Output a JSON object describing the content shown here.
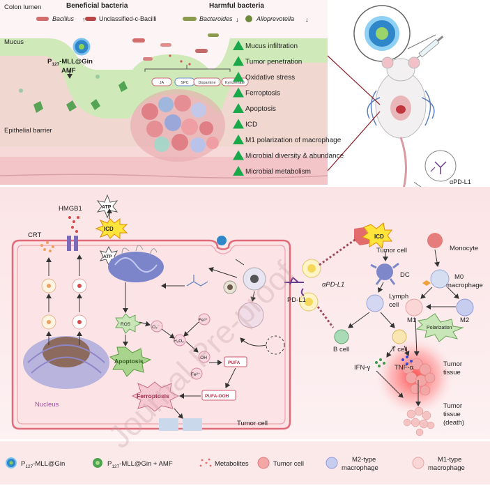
{
  "top_panel": {
    "colon_lumen": "Colon lumen",
    "beneficial_title": "Beneficial bacteria",
    "bacillus": "Bacillus",
    "unclassified": "Unclassified-c-Bacilli",
    "harmful_title": "Harmful bacteria",
    "bacteroides": "Bacteroides",
    "alloprevotella": "Alloprevotella",
    "mucus": "Mucus",
    "nano_main": "P",
    "nano_sub": "127",
    "nano_rest": "-MLL@Gin",
    "amf": "AMF",
    "epithelial": "Epithelial barrier",
    "metabolites": [
      "JA",
      "SPC",
      "Dopamine",
      "Kynurenate"
    ],
    "effects": [
      "Mucus infiltration",
      "Tumor penetration",
      "Oxidative stress",
      "Ferroptosis",
      "Apoptosis",
      "ICD",
      "M1 polarization of macrophage",
      "Microbial diversity & abundance",
      "Microbial  metabolism"
    ],
    "apdl1": "αPD-L1"
  },
  "cell_panel": {
    "atp_top": "ATP",
    "icd": "ICD",
    "atp_inner": "ATP",
    "hmgb1": "HMGB1",
    "crt": "CRT",
    "ros": "ROS",
    "superoxide": "·O₂⁻",
    "fe3": "Fe³⁺",
    "h2o2": "H₂O₂",
    "oh": "·OH",
    "fe2": "Fe²⁺",
    "apoptosis": "Apoptosis",
    "pufa": "PUFA",
    "pufa_ooh": "PUFA-OOH",
    "ferroptosis": "Ferroptosis",
    "nucleus": "Nucleus",
    "tumor_cell": "Tumor cell"
  },
  "immune_panel": {
    "icd": "ICD",
    "tumor_cell": "Tumor cell",
    "dc": "DC",
    "apdl1": "αPD-L1",
    "pdl1": "PD-L1",
    "lymph": "Lymph cell",
    "b_cell": "B cell",
    "t_cell": "T cell",
    "ifn": "IFN-γ",
    "tnf": "TNF-α",
    "monocyte": "Monocyte",
    "m0": "M0 macrophage",
    "m1": "M1",
    "m2": "M2",
    "polarization": "Polarization",
    "tumor_tissue": "Tumor tissue",
    "tumor_tissue_death": "Tumor tissue (death)"
  },
  "legend": {
    "item1_main": "P",
    "item1_sub": "127",
    "item1_rest": "-MLL@Gin",
    "item2_main": "P",
    "item2_sub": "127",
    "item2_rest": "-MLL@Gin + AMF",
    "item3": "Metabolites",
    "item4": "Tumor cell",
    "item5": "M2-type macrophage",
    "item6": "M1-type macrophage"
  },
  "watermark": "Journal Pre-proof",
  "colors": {
    "mucus": "#cfe9b8",
    "epithelium": "#f4c9c9",
    "arrow_up": "#1aa84a",
    "cell_membrane": "#e06a78",
    "legend_bg": "#fbe9ea"
  }
}
